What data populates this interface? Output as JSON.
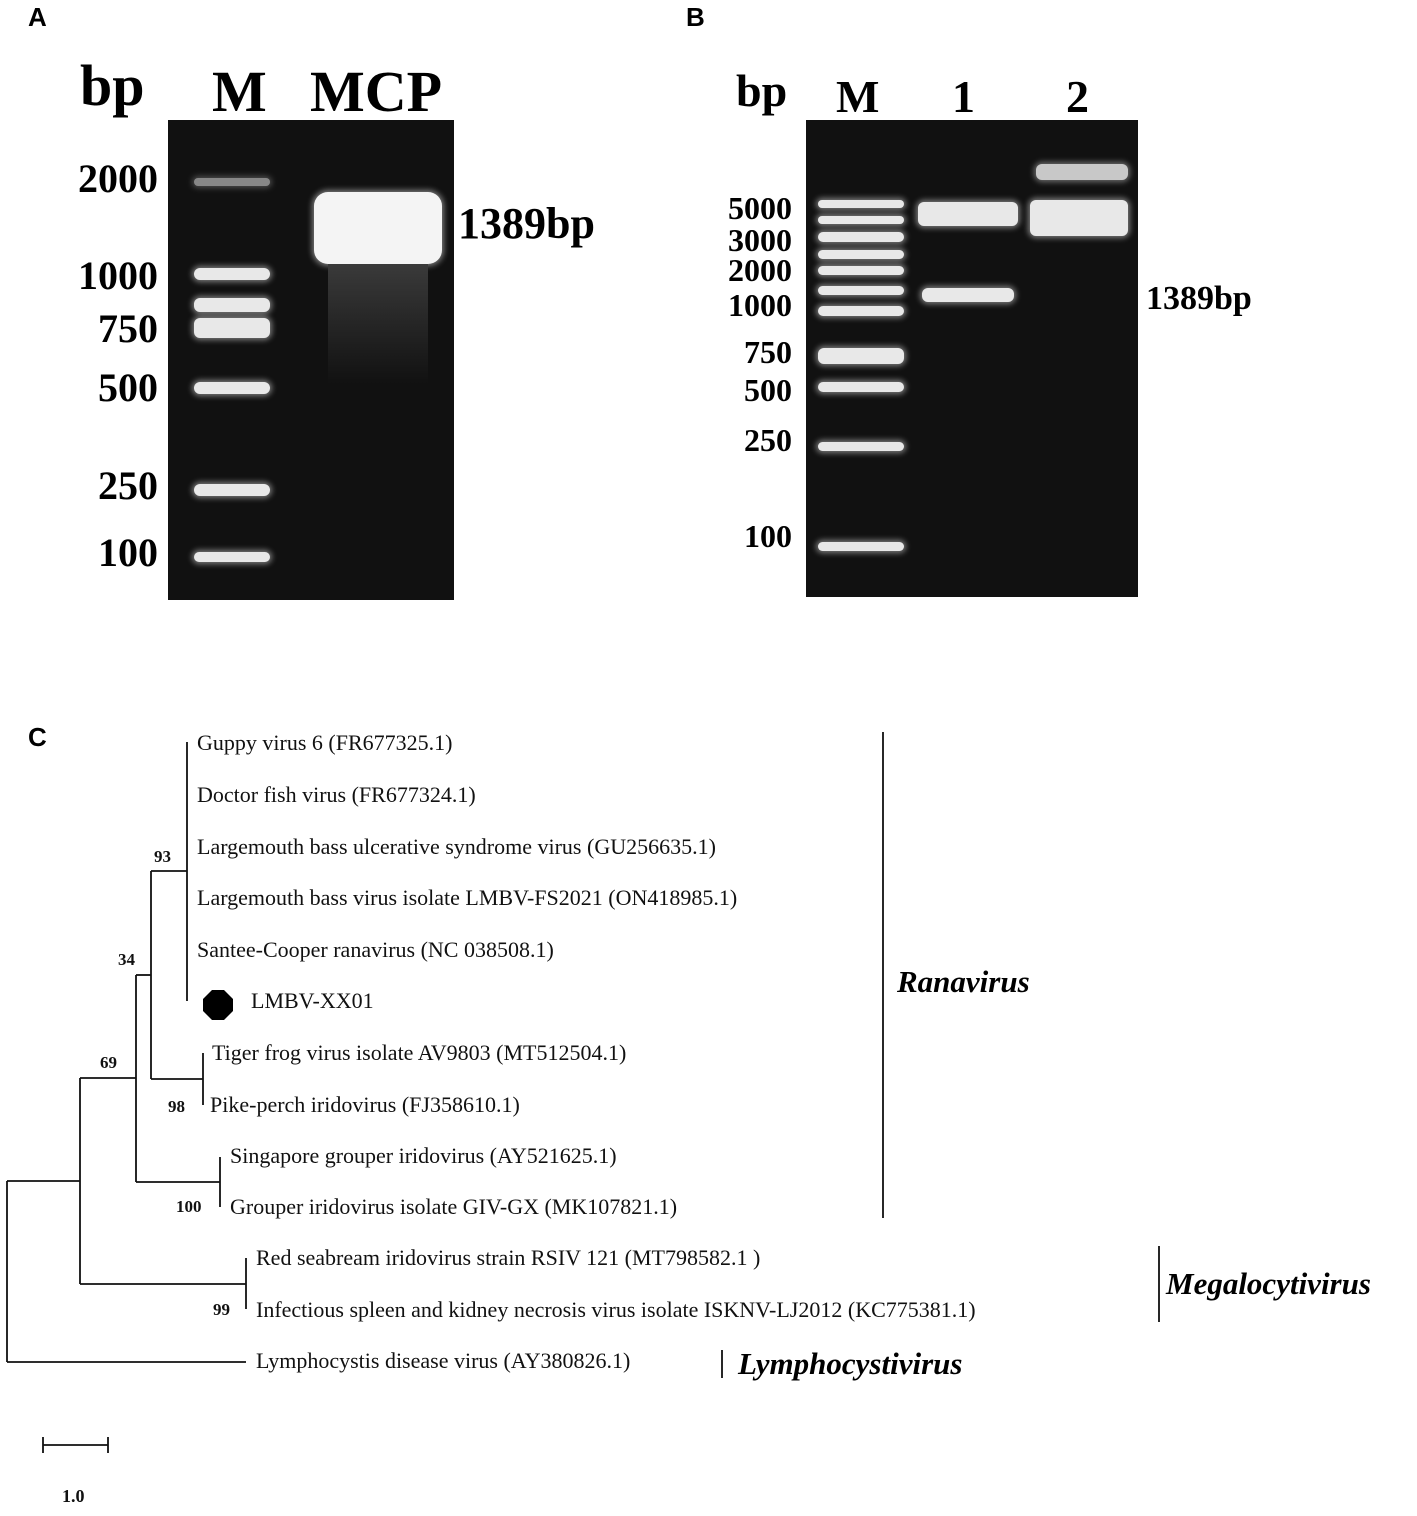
{
  "panel_a": {
    "letter": "A",
    "bp": "bp",
    "lane_m": "M",
    "lane_mcp": "MCP",
    "ladder": [
      "2000",
      "1000",
      "750",
      "500",
      "250",
      "100"
    ],
    "band_label": "1389bp"
  },
  "panel_b": {
    "letter": "B",
    "bp": "bp",
    "lane_m": "M",
    "lane_1": "1",
    "lane_2": "2",
    "ladder": [
      "5000",
      "3000",
      "2000",
      "1000",
      "750",
      "500",
      "250",
      "100"
    ],
    "band_label": "1389bp"
  },
  "panel_c": {
    "letter": "C",
    "taxa": [
      "Guppy virus 6 (FR677325.1)",
      "Doctor fish virus (FR677324.1)",
      "Largemouth bass ulcerative syndrome virus (GU256635.1)",
      "Largemouth bass virus isolate LMBV-FS2021 (ON418985.1)",
      "Santee-Cooper ranavirus (NC 038508.1)",
      "LMBV-XX01",
      "Tiger frog virus isolate AV9803 (MT512504.1)",
      "Pike-perch iridovirus (FJ358610.1)",
      "Singapore grouper iridovirus (AY521625.1)",
      "Grouper iridovirus isolate GIV-GX (MK107821.1)",
      "Red seabream iridovirus strain RSIV 121 (MT798582.1 )",
      "Infectious spleen and kidney necrosis virus isolate ISKNV-LJ2012 (KC775381.1)",
      "Lymphocystis disease virus (AY380826.1)"
    ],
    "bootstrap": [
      "93",
      "34",
      "69",
      "98",
      "100",
      "99"
    ],
    "genera": [
      "Ranavirus",
      "Megalocytivirus",
      "Lymphocystivirus"
    ],
    "scale_label": "1.0"
  }
}
